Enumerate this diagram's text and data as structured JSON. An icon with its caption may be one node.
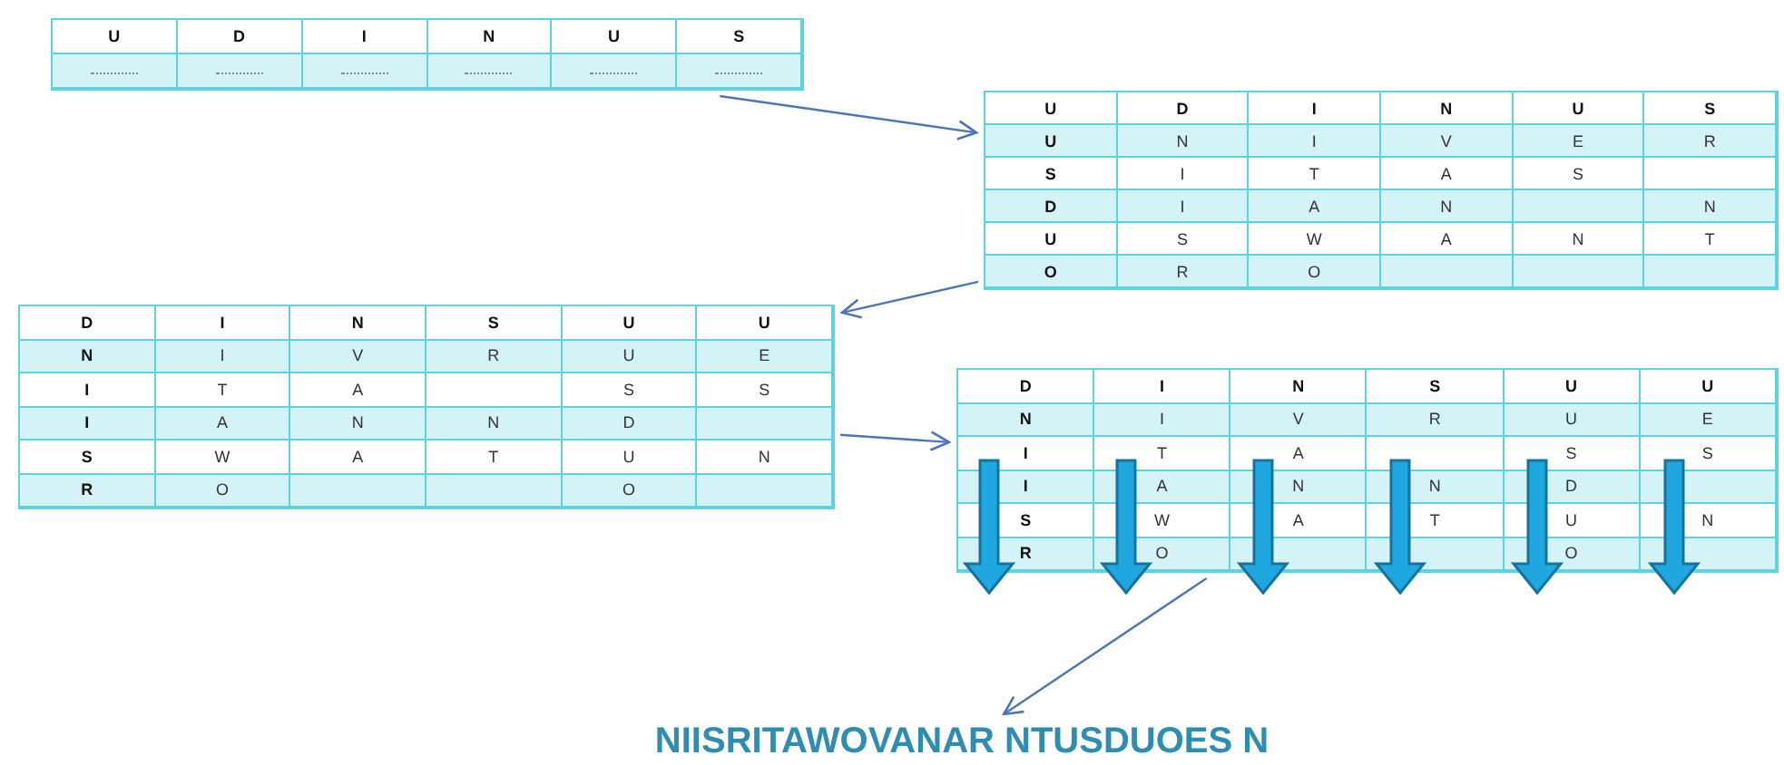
{
  "diagram": {
    "nodes": [
      {
        "text": [
          "U",
          "D",
          "I",
          "N",
          "U",
          "S"
        ]
      },
      {
        "text": [
          "U",
          "D",
          "I",
          "N",
          "U",
          "S",
          "U",
          "N",
          "I",
          "V",
          "E",
          "R",
          "S",
          "I",
          "T",
          "A",
          "S",
          "D",
          "I",
          "A",
          "N",
          "N",
          "U",
          "S",
          "W",
          "A",
          "N",
          "T",
          "O",
          "R",
          "O"
        ]
      },
      {
        "text": [
          "D",
          "I",
          "N",
          "S",
          "U",
          "U",
          "N",
          "I",
          "V",
          "R",
          "U",
          "E",
          "I",
          "T",
          "A",
          "S",
          "S",
          "I",
          "A",
          "N",
          "N",
          "D",
          "S",
          "W",
          "A",
          "T",
          "U",
          "N",
          "R",
          "O",
          "O"
        ]
      },
      {
        "text": [
          "D",
          "I",
          "N",
          "S",
          "U",
          "U",
          "N",
          "I",
          "V",
          "R",
          "U",
          "E",
          "I",
          "T",
          "A",
          "S",
          "S",
          "I",
          "A",
          "N",
          "N",
          "D",
          "S",
          "W",
          "A",
          "T",
          "U",
          "N",
          "R",
          "O",
          "O"
        ]
      },
      {
        "text": [
          "NIISRITAWOVANAR NTUSDUOES N"
        ]
      }
    ],
    "edges": [
      {
        "from": 0,
        "to": 1,
        "arrow": "to"
      },
      {
        "from": 1,
        "to": 2,
        "arrow": "to"
      },
      {
        "from": 2,
        "to": 3,
        "arrow": "to"
      },
      {
        "from": 3,
        "to": 4,
        "arrow": "to"
      }
    ]
  }
}
